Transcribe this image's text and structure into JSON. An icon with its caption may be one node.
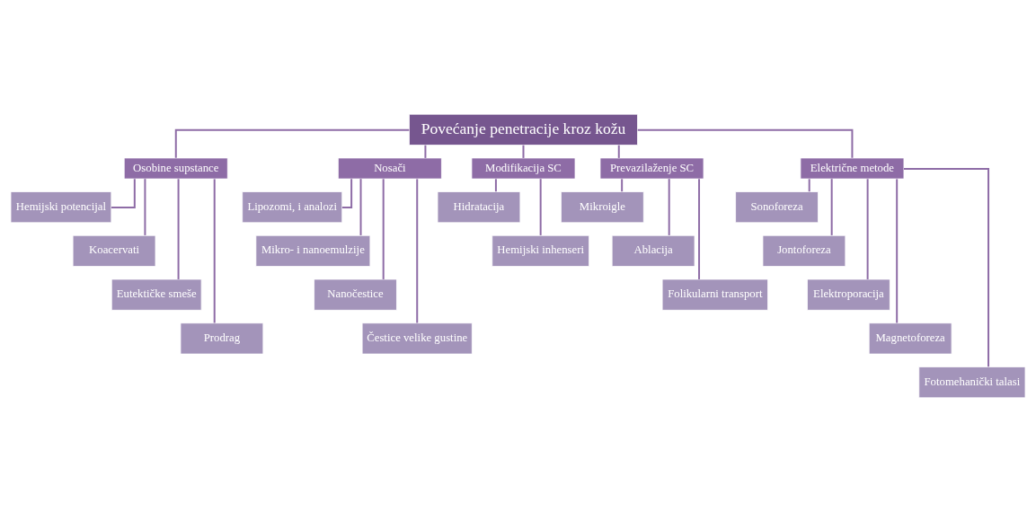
{
  "diagram": {
    "nodes": [
      {
        "text": [
          "Povećanje penetracije kroz kožu"
        ]
      },
      {
        "text": [
          "Osobine supstance"
        ]
      },
      {
        "text": [
          "Hemijski potencijal"
        ]
      },
      {
        "text": [
          "Koacervati"
        ]
      },
      {
        "text": [
          "Eutektičke smeše"
        ]
      },
      {
        "text": [
          "Prodrag"
        ]
      },
      {
        "text": [
          "Nosači"
        ]
      },
      {
        "text": [
          "Lipozomi, i analozi"
        ]
      },
      {
        "text": [
          "Mikro- i nanoemulzije"
        ]
      },
      {
        "text": [
          "Nanočestice"
        ]
      },
      {
        "text": [
          "Čestice velike gustine"
        ]
      },
      {
        "text": [
          "Modifikacija SC"
        ]
      },
      {
        "text": [
          "Hidratacija"
        ]
      },
      {
        "text": [
          "Hemijski inhenseri"
        ]
      },
      {
        "text": [
          "Prevazilaženje SC"
        ]
      },
      {
        "text": [
          "Mikroigle"
        ]
      },
      {
        "text": [
          "Ablacija"
        ]
      },
      {
        "text": [
          "Folikularni transport"
        ]
      },
      {
        "text": [
          "Električne metode"
        ]
      },
      {
        "text": [
          "Sonoforeza"
        ]
      },
      {
        "text": [
          "Jontoforeza"
        ]
      },
      {
        "text": [
          "Elektroporacija"
        ]
      },
      {
        "text": [
          "Magnetoforeza"
        ]
      },
      {
        "text": [
          "Fotomehanički talasi"
        ]
      }
    ],
    "edges": [
      {
        "from": 0,
        "to": 1,
        "arrow": "none"
      },
      {
        "from": 0,
        "to": 6,
        "arrow": "none"
      },
      {
        "from": 0,
        "to": 11,
        "arrow": "none"
      },
      {
        "from": 0,
        "to": 14,
        "arrow": "none"
      },
      {
        "from": 0,
        "to": 18,
        "arrow": "none"
      },
      {
        "from": 1,
        "to": 2,
        "arrow": "none"
      },
      {
        "from": 1,
        "to": 3,
        "arrow": "none"
      },
      {
        "from": 1,
        "to": 4,
        "arrow": "none"
      },
      {
        "from": 1,
        "to": 5,
        "arrow": "none"
      },
      {
        "from": 6,
        "to": 7,
        "arrow": "none"
      },
      {
        "from": 6,
        "to": 8,
        "arrow": "none"
      },
      {
        "from": 6,
        "to": 9,
        "arrow": "none"
      },
      {
        "from": 6,
        "to": 10,
        "arrow": "none"
      },
      {
        "from": 11,
        "to": 12,
        "arrow": "none"
      },
      {
        "from": 11,
        "to": 13,
        "arrow": "none"
      },
      {
        "from": 14,
        "to": 15,
        "arrow": "none"
      },
      {
        "from": 14,
        "to": 16,
        "arrow": "none"
      },
      {
        "from": 14,
        "to": 17,
        "arrow": "none"
      },
      {
        "from": 18,
        "to": 19,
        "arrow": "none"
      },
      {
        "from": 18,
        "to": 20,
        "arrow": "none"
      },
      {
        "from": 18,
        "to": 21,
        "arrow": "none"
      },
      {
        "from": 18,
        "to": 22,
        "arrow": "none"
      },
      {
        "from": 18,
        "to": 23,
        "arrow": "none"
      }
    ]
  }
}
